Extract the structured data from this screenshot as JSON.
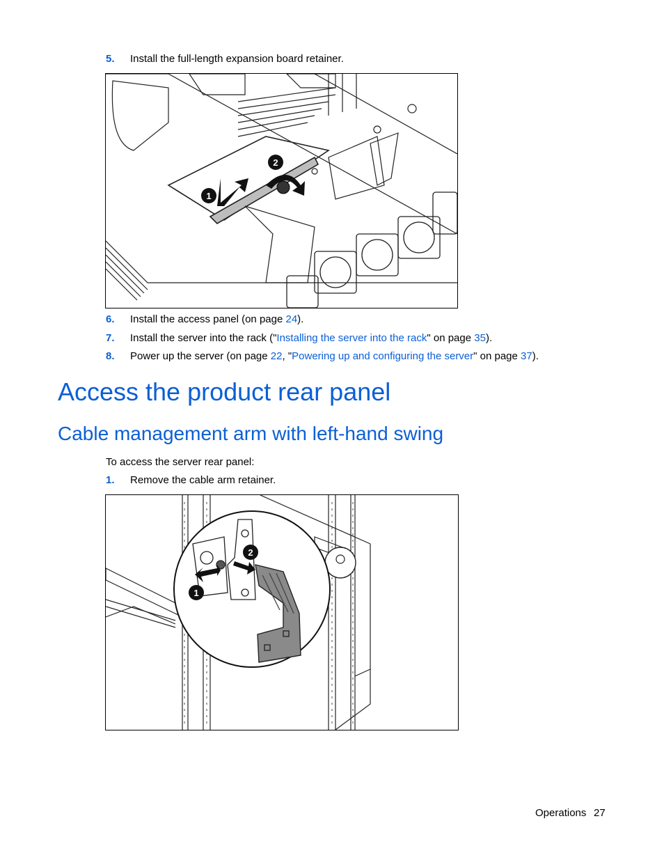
{
  "steps_top": [
    {
      "num": "5.",
      "text": "Install the full-length expansion board retainer."
    }
  ],
  "step6": {
    "num": "6.",
    "pre": "Install the access panel (on page ",
    "link": "24",
    "post": ")."
  },
  "step7": {
    "num": "7.",
    "pre": "Install the server into the rack (\"",
    "link1": "Installing the server into the rack",
    "mid": "\" on page ",
    "link2": "35",
    "post": ")."
  },
  "step8": {
    "num": "8.",
    "pre": "Power up the server (on page ",
    "link1": "22",
    "mid1": ", \"",
    "link2": "Powering up and configuring the server",
    "mid2": "\" on page ",
    "link3": "37",
    "post": ")."
  },
  "heading1": "Access the product rear panel",
  "heading2": "Cable management arm with left-hand swing",
  "intro": "To access the server rear panel:",
  "step1": {
    "num": "1.",
    "text": "Remove the cable arm retainer."
  },
  "figure1": {
    "callouts": [
      "1",
      "2"
    ]
  },
  "figure2": {
    "callouts": [
      "1",
      "2"
    ]
  },
  "footer": {
    "section": "Operations",
    "page": "27"
  }
}
